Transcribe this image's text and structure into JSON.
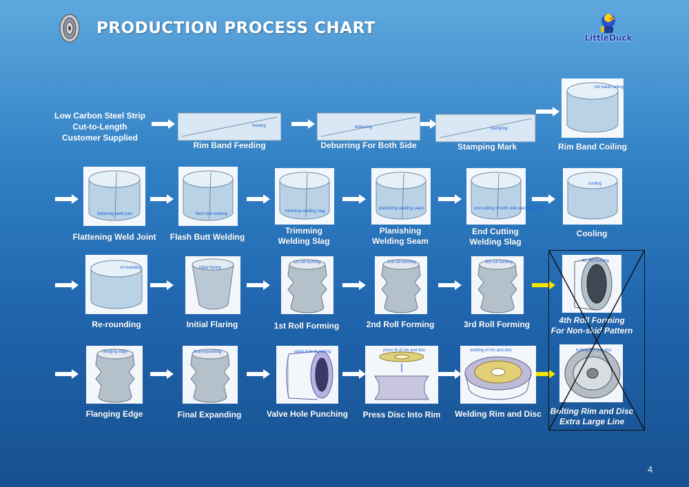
{
  "header": {
    "title": "PRODUCTION PROCESS CHART",
    "brand": "LittleDuck"
  },
  "intro_lines": [
    "Low Carbon Steel Strip",
    "Cut-to-Length",
    "Customer Supplied"
  ],
  "rows": [
    {
      "steps": [
        {
          "label": [
            "Rim Band Feeding"
          ],
          "tag": "feeding",
          "shape": "strip"
        },
        {
          "label": [
            "Deburring For Both Side"
          ],
          "tag": "deburring",
          "shape": "strip"
        },
        {
          "label": [
            "Stamping Mark"
          ],
          "tag": "stamping",
          "shape": "strip"
        },
        {
          "label": [
            "Rim Band Coiling"
          ],
          "tag": "rim band coiling",
          "shape": "cylinder"
        }
      ]
    },
    {
      "steps": [
        {
          "label": [
            "Flattening Weld Joint"
          ],
          "tag": "flattening weld joint",
          "shape": "cylinder"
        },
        {
          "label": [
            "Flash Butt Welding"
          ],
          "tag": "flash butt welding",
          "shape": "cylinder"
        },
        {
          "label": [
            "Trimming",
            "Welding Slag"
          ],
          "tag": "trimming welding slag",
          "shape": "cylinder"
        },
        {
          "label": [
            "Planishing",
            "Welding Seam"
          ],
          "tag": "planishing welding seam",
          "shape": "cylinder"
        },
        {
          "label": [
            "End Cutting",
            "Welding Slag"
          ],
          "tag": "end cutting of both side welding seam",
          "shape": "cylinder"
        },
        {
          "label": [
            "Cooling"
          ],
          "tag": "cooling",
          "shape": "cylinder"
        }
      ]
    },
    {
      "steps": [
        {
          "label": [
            "Re-rounding"
          ],
          "tag": "re-rounding",
          "shape": "cylinder"
        },
        {
          "label": [
            "Initial Flaring"
          ],
          "tag": "initial flaring",
          "shape": "flared"
        },
        {
          "label": [
            "1st Roll Forming"
          ],
          "tag": "1st roll forming",
          "shape": "rim"
        },
        {
          "label": [
            "2nd Roll Forming"
          ],
          "tag": "2nd roll forming",
          "shape": "rim"
        },
        {
          "label": [
            "3rd Roll Forming"
          ],
          "tag": "3rd roll forming",
          "shape": "rim"
        },
        {
          "label": [
            "4th Roll Forming",
            "For Non-skid Pattern"
          ],
          "tag": "4th roll forming",
          "shape": "rim-side",
          "italic": true
        }
      ]
    },
    {
      "steps": [
        {
          "label": [
            "Flanging Edge"
          ],
          "tag": "flanging edge",
          "shape": "rim"
        },
        {
          "label": [
            "Final Expanding"
          ],
          "tag": "final expanding",
          "shape": "rim"
        },
        {
          "label": [
            "Valve Hole Punching"
          ],
          "tag": "valve hole punching",
          "shape": "rim-purple"
        },
        {
          "label": [
            "Press Disc Into Rim"
          ],
          "tag": "press fit of rim and disc",
          "shape": "press"
        },
        {
          "label": [
            "Welding Rim and Disc"
          ],
          "tag": "welding of rim and disc",
          "shape": "wheel"
        },
        {
          "label": [
            "Bolting Rim and Disc",
            "Extra Large Line"
          ],
          "tag": "bolting rim and disc",
          "shape": "wheel-grey",
          "italic": true
        }
      ]
    }
  ],
  "page_number": "4",
  "colors": {
    "background_top": "#5fa8de",
    "background_bottom": "#17508f",
    "arrow_white": "#ffffff",
    "arrow_yellow": "#f2e400",
    "part_fill": "#cfe3f2",
    "part_stroke": "#6d8aa5"
  },
  "icons": {
    "logo": "wheel-icon",
    "brand": "duck-mascot-icon",
    "arrow": "right-arrow-icon",
    "cross": "cross-out-box"
  }
}
